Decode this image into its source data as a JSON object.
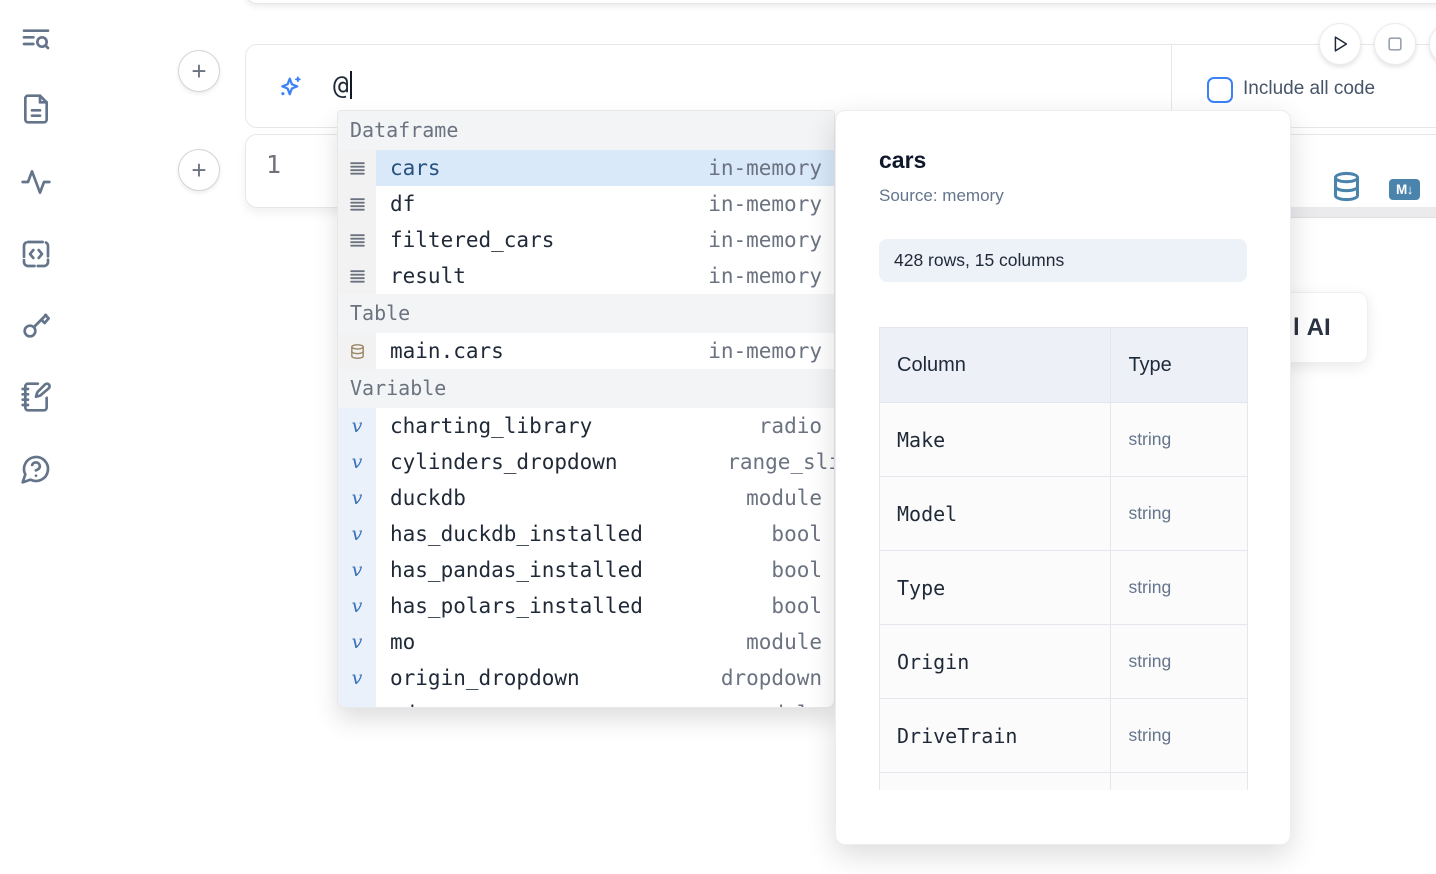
{
  "sidebar": {
    "items": [
      {
        "icon": "list-search-icon"
      },
      {
        "icon": "file-text-icon"
      },
      {
        "icon": "activity-icon"
      },
      {
        "icon": "code-square-icon"
      },
      {
        "icon": "key-icon"
      },
      {
        "icon": "notebook-pen-icon"
      },
      {
        "icon": "help-chat-icon"
      }
    ]
  },
  "prompt": {
    "value": "@",
    "include_all_code_label": "Include all code",
    "checkbox_checked": false,
    "sparkle_icon": "ai-sparkle-icon"
  },
  "run_controls": {
    "play_icon": "play-icon",
    "stop_icon": "stop-icon"
  },
  "cell": {
    "line_number": "1",
    "database_icon": "database-icon",
    "markdown_badge": "M↓"
  },
  "ai_button": {
    "partial_glyph": "l",
    "label": "AI"
  },
  "autocomplete": {
    "sections": [
      {
        "label": "Dataframe",
        "kind": "dataframe",
        "items": [
          {
            "name": "cars",
            "type": "in-memory",
            "selected": true
          },
          {
            "name": "df",
            "type": "in-memory"
          },
          {
            "name": "filtered_cars",
            "type": "in-memory"
          },
          {
            "name": "result",
            "type": "in-memory"
          }
        ]
      },
      {
        "label": "Table",
        "kind": "table",
        "items": [
          {
            "name": "main.cars",
            "type": "in-memory"
          }
        ]
      },
      {
        "label": "Variable",
        "kind": "variable",
        "items": [
          {
            "name": "charting_library",
            "type": "radio"
          },
          {
            "name": "cylinders_dropdown",
            "type": "range_sli",
            "clipped": true
          },
          {
            "name": "duckdb",
            "type": "module"
          },
          {
            "name": "has_duckdb_installed",
            "type": "bool"
          },
          {
            "name": "has_pandas_installed",
            "type": "bool"
          },
          {
            "name": "has_polars_installed",
            "type": "bool"
          },
          {
            "name": "mo",
            "type": "module"
          },
          {
            "name": "origin_dropdown",
            "type": "dropdown"
          },
          {
            "name": "pd",
            "type": "module",
            "partial": true
          }
        ]
      }
    ]
  },
  "preview_panel": {
    "title": "cars",
    "source": "Source: memory",
    "shape_badge": "428 rows, 15 columns",
    "table": {
      "headers": [
        "Column",
        "Type"
      ],
      "rows": [
        {
          "column": "Make",
          "type": "string"
        },
        {
          "column": "Model",
          "type": "string"
        },
        {
          "column": "Type",
          "type": "string"
        },
        {
          "column": "Origin",
          "type": "string"
        },
        {
          "column": "DriveTrain",
          "type": "string"
        },
        {
          "column": "",
          "type": "",
          "partial": true
        }
      ]
    }
  }
}
